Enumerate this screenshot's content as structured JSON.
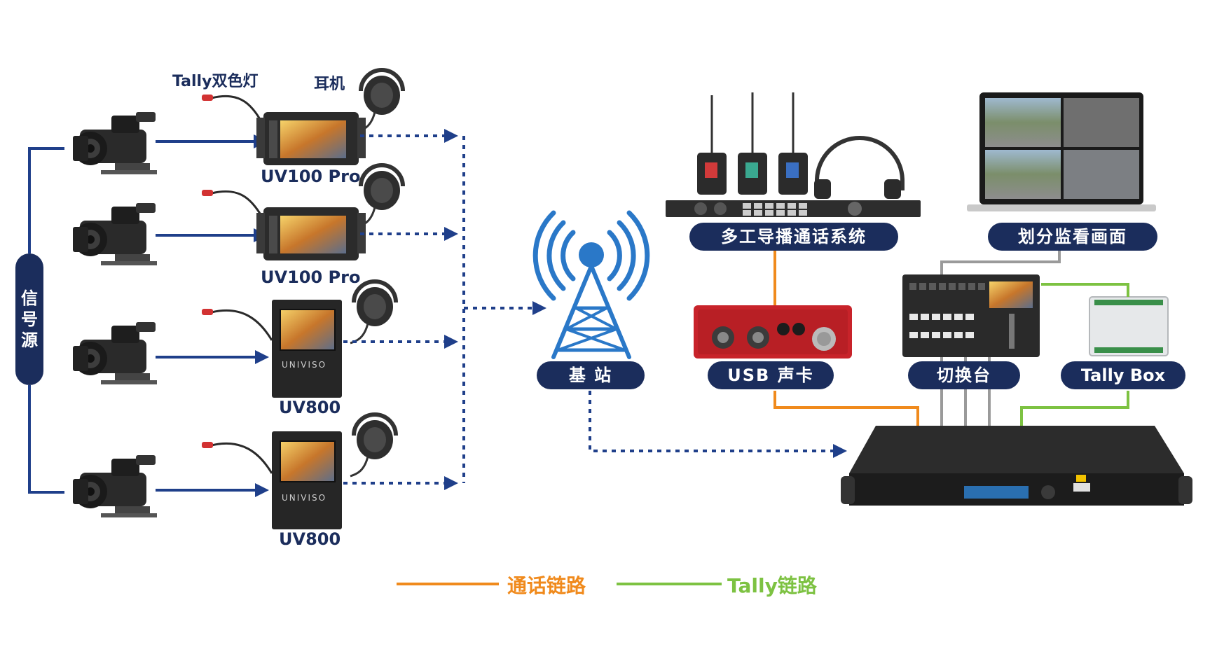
{
  "labels": {
    "signal_source": [
      "信",
      "号",
      "源"
    ],
    "tally_light": "Tally双色灯",
    "headset": "耳机",
    "device_1": "UV100 Pro",
    "device_2": "UV100 Pro",
    "device_3": "UV800",
    "device_4": "UV800",
    "base_station": "基 站",
    "intercom_system": "多工导播通话系统",
    "multiview": "划分监看画面",
    "usb_soundcard": "USB 声卡",
    "switcher": "切换台",
    "tally_box": "Tally Box",
    "brand": "UNIVISO"
  },
  "legend": {
    "intercom_link": "通话链路",
    "tally_link": "Tally链路"
  },
  "colors": {
    "navy": "#1b2d5c",
    "link_blue": "#1f3f8a",
    "intercom_orange": "#f08a1c",
    "tally_green": "#7dc242",
    "gray_link": "#9a9a9a",
    "tower_blue": "#2a78c8"
  }
}
